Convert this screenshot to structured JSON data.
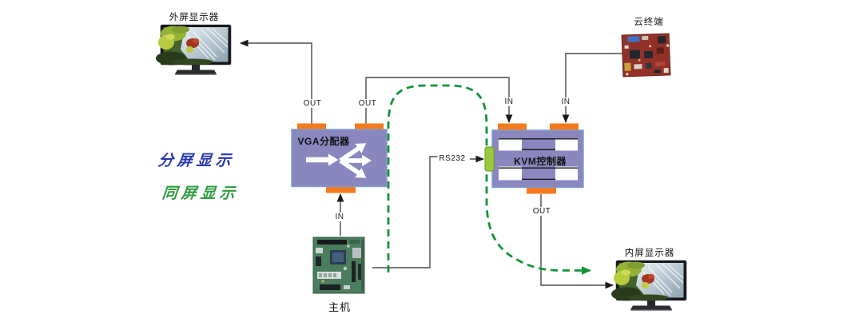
{
  "title": "VGA/KVM split-screen and same-screen display topology diagram",
  "legend": {
    "split_screen": "分屏显示",
    "same_screen": "同屏显示"
  },
  "devices": {
    "external_monitor": {
      "label": "外屏显示器"
    },
    "cloud_terminal": {
      "label": "云终端"
    },
    "vga_splitter": {
      "label": "VGA分配器"
    },
    "kvm_controller": {
      "label": "KVM控制器"
    },
    "host": {
      "label": "主机"
    },
    "internal_monitor": {
      "label": "内屏显示器"
    }
  },
  "ports": {
    "vga_out_left": "OUT",
    "vga_out_right": "OUT",
    "vga_in": "IN",
    "kvm_in_left": "IN",
    "kvm_in_right": "IN",
    "kvm_out": "OUT",
    "serial": "RS232"
  },
  "colors": {
    "device_box": "#8a87bf",
    "device_box_edge": "#7f9cc8",
    "port_connector": "#f5791d",
    "serial_connector": "#9aca3c",
    "signal_line": "#4a4a4a",
    "same_screen_path": "#109436",
    "split_label": "#2737ad",
    "same_label": "#2e9b3f"
  }
}
